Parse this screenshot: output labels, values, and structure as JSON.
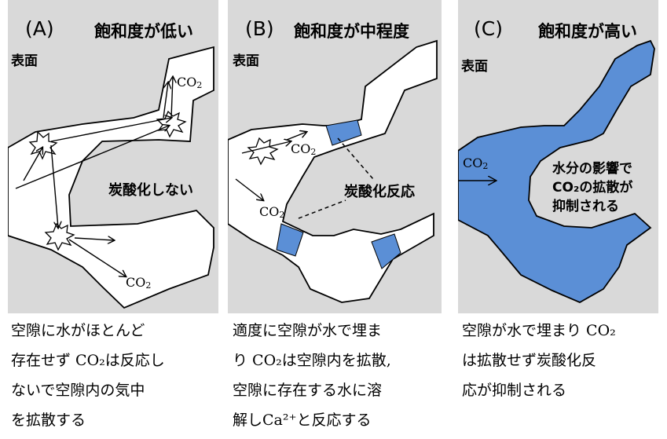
{
  "panels": {
    "a": {
      "letter": "(A)",
      "title": "飽和度が低い",
      "surface": "表面",
      "co2_top": "CO2",
      "co2_bottom": "CO2",
      "center": "炭酸化しない"
    },
    "b": {
      "letter": "(B)",
      "title": "飽和度が中程度",
      "surface": "表面",
      "co2_top": "CO2",
      "co2_mid": "CO2",
      "center": "炭酸化反応"
    },
    "c": {
      "letter": "(C)",
      "title": "飽和度が高い",
      "surface": "表面",
      "co2": "CO2",
      "center_lines": [
        "水分の影響で",
        "CO₂の拡散が",
        "抑制される"
      ]
    }
  },
  "captions": {
    "a": [
      "空隙に水がほとんど",
      "存在せず CO₂は反応し",
      "ないで空隙内の気中",
      "を拡散する"
    ],
    "b": [
      "適度に空隙が水で埋ま",
      "り CO₂は空隙内を拡散,",
      "空隙に存在する水に溶",
      "解しCa²⁺と反応する"
    ],
    "c": [
      "空隙が水で埋まり CO₂",
      "は拡散せず炭酸化反",
      "応が抑制される"
    ]
  },
  "colors": {
    "panel_bg": "#d9d9d9",
    "water": "#5b8fd6",
    "pore": "#ffffff"
  }
}
